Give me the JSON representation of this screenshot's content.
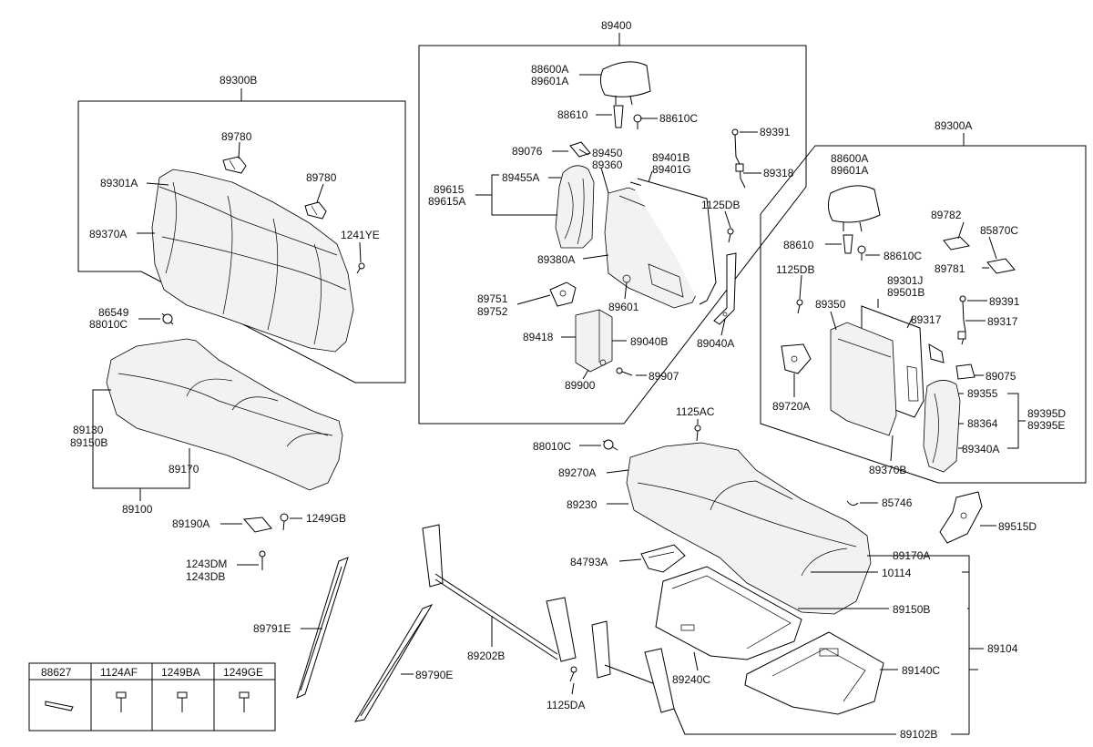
{
  "labels": {
    "g_89300B": "89300B",
    "p_89780_a": "89780",
    "p_89301A": "89301A",
    "p_89780_b": "89780",
    "p_89370A": "89370A",
    "p_1241YE": "1241YE",
    "p_86549": "86549",
    "p_88010C_l": "88010C",
    "p_89130": "89130",
    "p_89150B_l": "89150B",
    "p_89170": "89170",
    "p_89100": "89100",
    "p_89190A": "89190A",
    "p_1249GB": "1249GB",
    "p_1243DM": "1243DM",
    "p_1243DB": "1243DB",
    "p_89791E": "89791E",
    "g_89400": "89400",
    "p_88600A_c": "88600A",
    "p_89601A_c": "89601A",
    "p_88610_c": "88610",
    "p_88610C_c": "88610C",
    "p_89391_c": "89391",
    "p_89076": "89076",
    "p_89450": "89450",
    "p_89360": "89360",
    "p_89401B": "89401B",
    "p_89401G": "89401G",
    "p_89318": "89318",
    "p_89615": "89615",
    "p_89615A": "89615A",
    "p_89455A": "89455A",
    "p_1125DB_c": "1125DB",
    "p_89380A": "89380A",
    "p_89751": "89751",
    "p_89752": "89752",
    "p_89601": "89601",
    "p_89418": "89418",
    "p_89040B": "89040B",
    "p_89040A": "89040A",
    "p_89907": "89907",
    "p_89900": "89900",
    "g_89300A": "89300A",
    "p_88600A_r": "88600A",
    "p_89601A_r": "89601A",
    "p_89782": "89782",
    "p_85870C": "85870C",
    "p_88610_r": "88610",
    "p_88610C_r": "88610C",
    "p_89781": "89781",
    "p_1125DB_r": "1125DB",
    "p_89301J": "89301J",
    "p_89501B": "89501B",
    "p_89391_r": "89391",
    "p_89350": "89350",
    "p_89317_a": "89317",
    "p_89317_b": "89317",
    "p_89720A": "89720A",
    "p_89075": "89075",
    "p_89355": "89355",
    "p_89395D": "89395D",
    "p_89395E": "89395E",
    "p_88364": "88364",
    "p_89340A": "89340A",
    "p_89370B": "89370B",
    "p_1125AC": "1125AC",
    "p_88010C_m": "88010C",
    "p_89270A": "89270A",
    "p_89230": "89230",
    "p_85746": "85746",
    "p_89515D": "89515D",
    "p_89170A": "89170A",
    "p_84793A": "84793A",
    "p_10114": "10114",
    "p_89150B_r": "89150B",
    "p_89104": "89104",
    "p_89202B": "89202B",
    "p_89240C": "89240C",
    "p_89140C": "89140C",
    "p_89790E": "89790E",
    "p_1125DA": "1125DA",
    "p_89102B": "89102B"
  },
  "legend_table": {
    "headers": [
      "88627",
      "1124AF",
      "1249BA",
      "1249GE"
    ]
  }
}
